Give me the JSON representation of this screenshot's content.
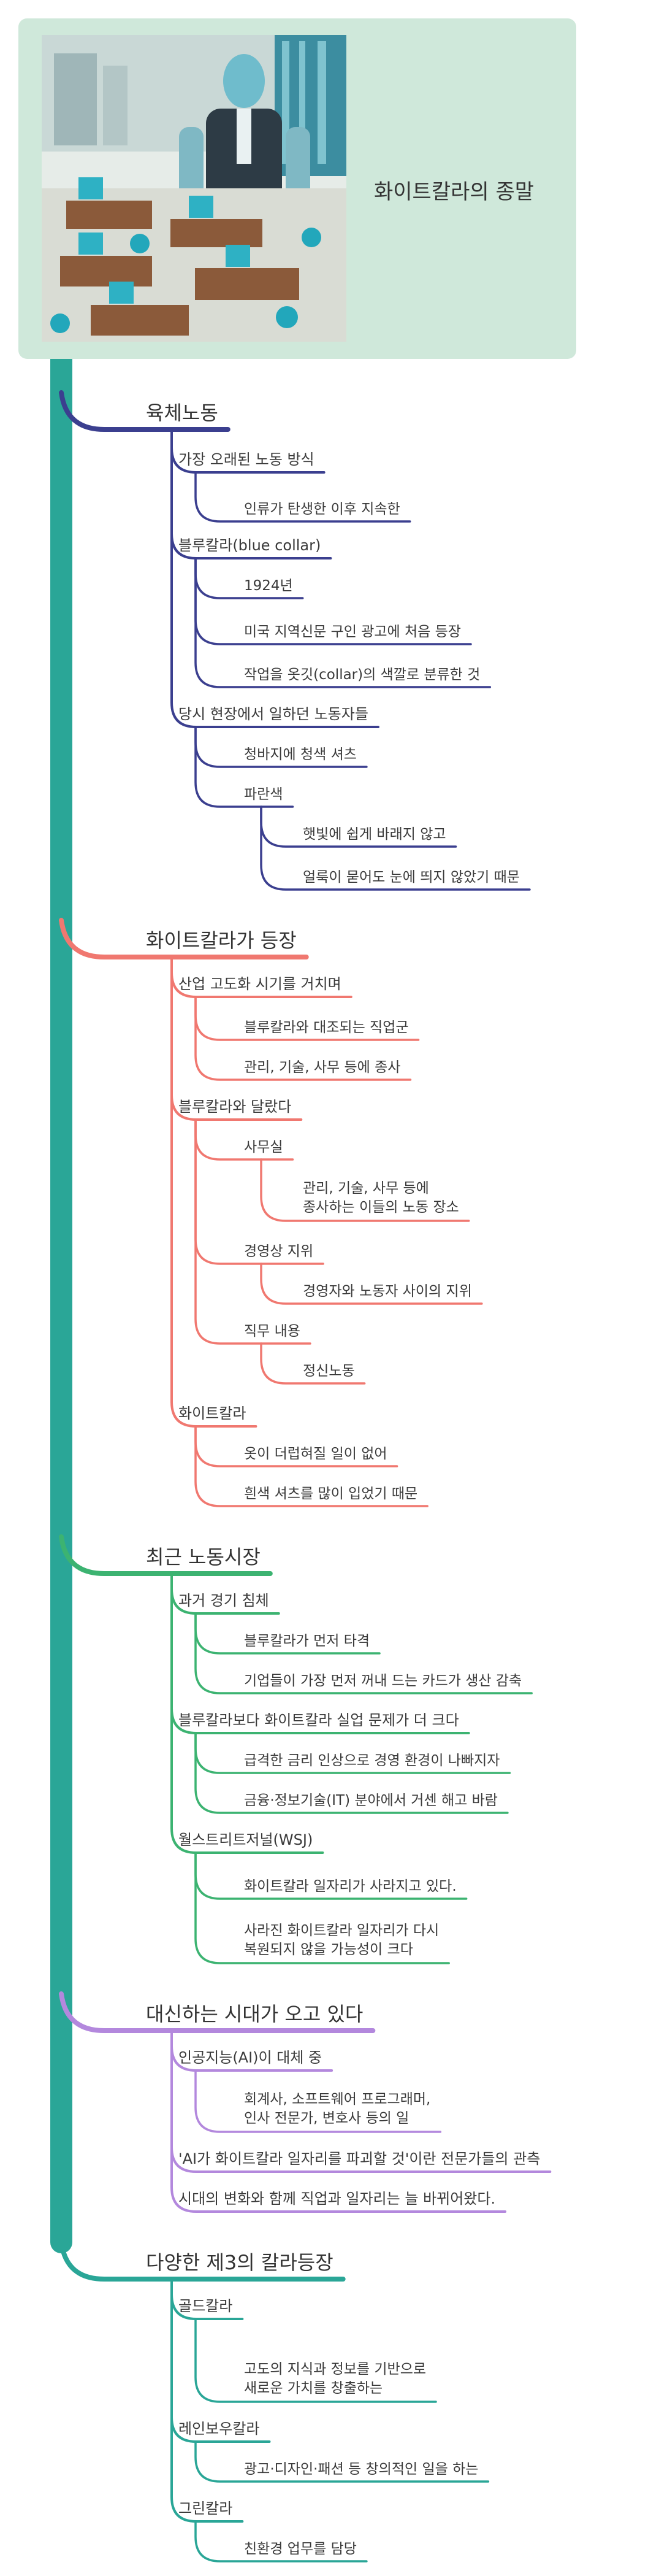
{
  "root": {
    "title": "화이트칼라의 종말",
    "image_icon": "office-robot-illustration",
    "color": "#2aa697"
  },
  "branches": [
    {
      "label": "육체노동",
      "color": "#3b3f8f",
      "children": [
        {
          "label": "가장 오래된 노동 방식",
          "children": [
            {
              "label": "인류가 탄생한 이후 지속한"
            }
          ]
        },
        {
          "label": "블루칼라(blue collar)",
          "children": [
            {
              "label": "1924년"
            },
            {
              "label": "미국 지역신문 구인 광고에 처음 등장"
            },
            {
              "label": "작업을 옷깃(collar)의 색깔로 분류한 것"
            }
          ]
        },
        {
          "label": "당시 현장에서 일하던 노동자들",
          "children": [
            {
              "label": "청바지에 청색 셔츠"
            },
            {
              "label": "파란색",
              "children": [
                {
                  "label": "햇빛에 쉽게 바래지 않고"
                },
                {
                  "label": "얼룩이 묻어도 눈에 띄지 않았기 때문"
                }
              ]
            }
          ]
        }
      ]
    },
    {
      "label": "화이트칼라가 등장",
      "color": "#f07870",
      "children": [
        {
          "label": "산업 고도화 시기를 거치며",
          "children": [
            {
              "label": "블루칼라와 대조되는 직업군"
            },
            {
              "label": "관리, 기술, 사무 등에 종사"
            }
          ]
        },
        {
          "label": "블루칼라와 달랐다",
          "children": [
            {
              "label": "사무실",
              "children": [
                {
                  "label": "관리, 기술, 사무 등에\n종사하는 이들의 노동 장소"
                }
              ]
            },
            {
              "label": "경영상 지위",
              "children": [
                {
                  "label": "경영자와 노동자 사이의 지위"
                }
              ]
            },
            {
              "label": "직무 내용",
              "children": [
                {
                  "label": "정신노동"
                }
              ]
            }
          ]
        },
        {
          "label": "화이트칼라",
          "children": [
            {
              "label": "옷이 더럽혀질 일이 없어"
            },
            {
              "label": "흰색 셔츠를 많이 입었기 때문"
            }
          ]
        }
      ]
    },
    {
      "label": "최근 노동시장",
      "color": "#3cb371",
      "children": [
        {
          "label": "과거 경기 침체",
          "children": [
            {
              "label": "블루칼라가 먼저 타격"
            },
            {
              "label": "기업들이 가장 먼저 꺼내 드는 카드가 생산 감축"
            }
          ]
        },
        {
          "label": "블루칼라보다 화이트칼라 실업 문제가 더 크다",
          "children": [
            {
              "label": "급격한 금리 인상으로 경영 환경이 나빠지자"
            },
            {
              "label": "금융·정보기술(IT) 분야에서 거센 해고 바람"
            }
          ]
        },
        {
          "label": "월스트리트저널(WSJ)",
          "children": [
            {
              "label": "화이트칼라 일자리가 사라지고 있다."
            },
            {
              "label": "사라진 화이트칼라 일자리가 다시\n복원되지 않을 가능성이 크다"
            }
          ]
        }
      ]
    },
    {
      "label": "대신하는 시대가 오고 있다",
      "color": "#b388dd",
      "children": [
        {
          "label": "인공지능(AI)이 대체 중",
          "children": [
            {
              "label": "회계사, 소프트웨어 프로그래머,\n인사 전문가, 변호사 등의 일"
            }
          ]
        },
        {
          "label": "'AI가 화이트칼라 일자리를 파괴할 것'이란 전문가들의 관측"
        },
        {
          "label": "시대의 변화와 함께 직업과 일자리는 늘 바뀌어왔다."
        }
      ]
    },
    {
      "label": "다양한 제3의 칼라등장",
      "color": "#2aa697",
      "children": [
        {
          "label": "골드칼라",
          "children": [
            {
              "label": "고도의 지식과 정보를 기반으로\n새로운 가치를 창출하는"
            }
          ]
        },
        {
          "label": "레인보우칼라",
          "children": [
            {
              "label": "광고·디자인·패션 등 창의적인 일을 하는"
            }
          ]
        },
        {
          "label": "그린칼라",
          "children": [
            {
              "label": "친환경 업무를 담당"
            }
          ]
        }
      ]
    }
  ]
}
